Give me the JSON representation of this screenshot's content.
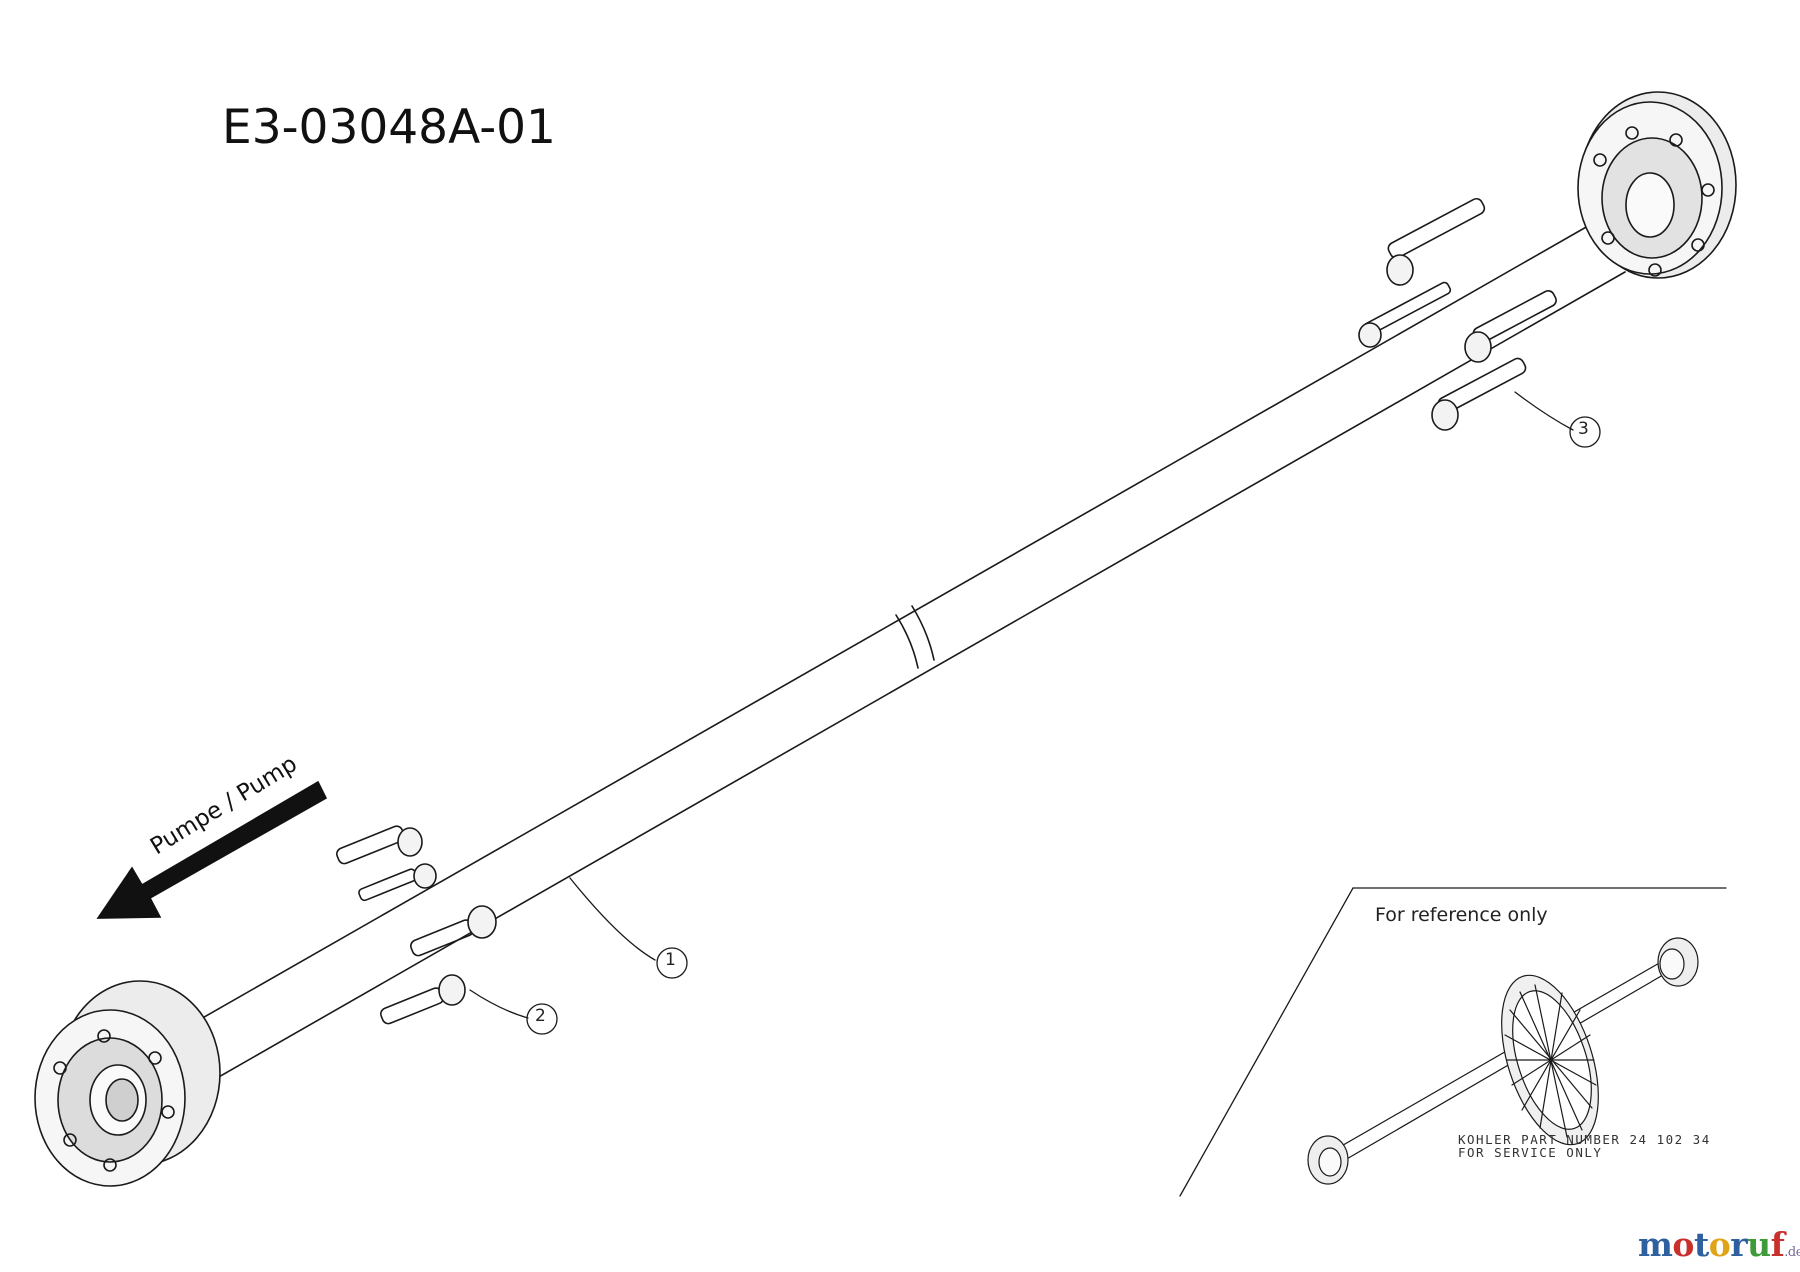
{
  "diagram": {
    "id_code": "E3-03048A-01",
    "direction_label": "Pumpe / Pump",
    "callouts": [
      {
        "number": "1"
      },
      {
        "number": "2"
      },
      {
        "number": "3"
      }
    ]
  },
  "reference_inset": {
    "caption": "For reference only",
    "note_line1": "KOHLER PART NUMBER 24 102 34",
    "note_line2": "FOR SERVICE ONLY"
  },
  "watermark": {
    "brand_parts": [
      "m",
      "o",
      "t",
      "o",
      "r",
      "u",
      "f"
    ],
    "tld": ".de",
    "colors": [
      "#2e5f9e",
      "#c9302c",
      "#2e5f9e",
      "#e0a419",
      "#2e5f9e",
      "#3f9a3a",
      "#c9302c"
    ]
  },
  "colors": {
    "line": "#1a1a1a",
    "arrow": "#111111",
    "background": "#ffffff"
  }
}
